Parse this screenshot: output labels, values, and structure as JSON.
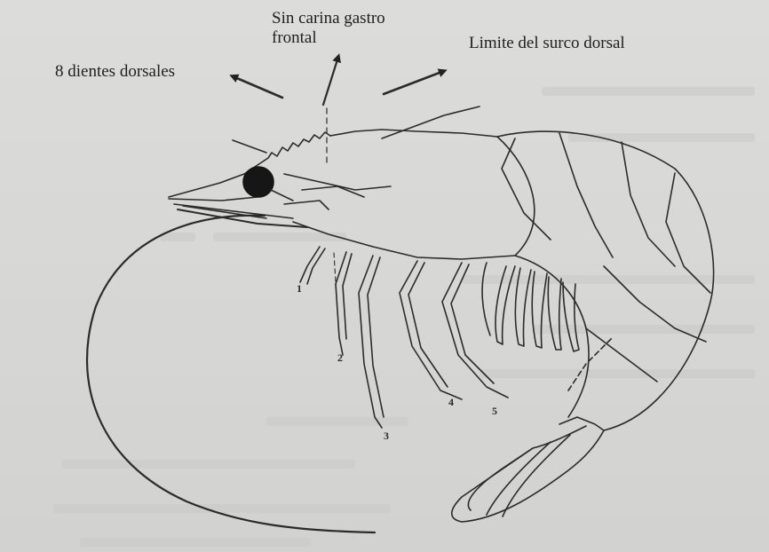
{
  "labels": {
    "dorsal_teeth": "8 dientes dorsales",
    "gastro_frontal": "Sin carina gastro frontal",
    "dorsal_sulcus": "Limite del surco dorsal"
  },
  "leg_numbers": [
    "1",
    "2",
    "3",
    "4",
    "5"
  ]
}
